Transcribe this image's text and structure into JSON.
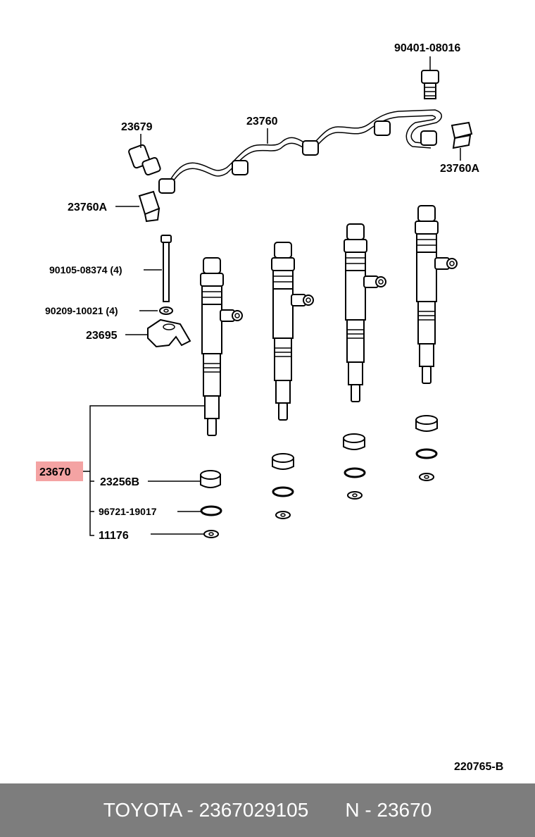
{
  "labels": {
    "bolt_top": "90401-08016",
    "pipe": "23760",
    "union_bolt": "23679",
    "clamp_right": "23760A",
    "clamp_left": "23760A",
    "stud": "90105-08374 (4)",
    "washer": "90209-10021 (4)",
    "injector_clamp": "23695",
    "injector": "23670",
    "seat": "23256B",
    "oring": "96721-19017",
    "gasket": "11176",
    "diagram_code": "220765-B"
  },
  "highlight_color": "#f4a3a3",
  "footer": {
    "part": "TOYOTA - 2367029105",
    "code": "N - 23670"
  }
}
